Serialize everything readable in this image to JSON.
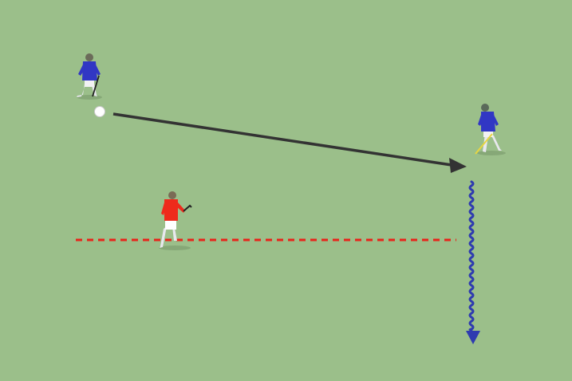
{
  "diagram": {
    "type": "field-hockey-drill",
    "colors": {
      "pitch": "#9bbf8a",
      "blue_team": "#3137c4",
      "red_team": "#ee2a1c",
      "pass_arrow": "#333333",
      "run_line": "#e8231a",
      "dribble_arrow": "#2e3bb0",
      "ball": "#ffffff"
    },
    "players": [
      {
        "name": "blue-player-top-left",
        "team": "blue"
      },
      {
        "name": "blue-player-right",
        "team": "blue"
      },
      {
        "name": "red-player",
        "team": "red"
      }
    ],
    "actions": [
      {
        "name": "pass",
        "style": "solid-arrow"
      },
      {
        "name": "defender-run",
        "style": "dashed-line"
      },
      {
        "name": "dribble",
        "style": "wavy-arrow"
      }
    ]
  }
}
